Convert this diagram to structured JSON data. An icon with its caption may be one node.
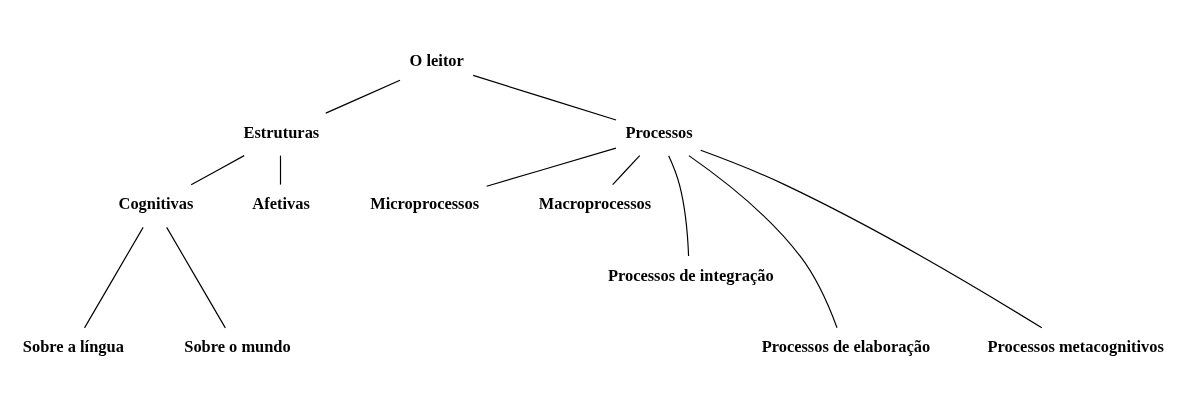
{
  "diagram": {
    "nodes": [
      {
        "text": [
          "O leitor"
        ]
      },
      {
        "text": [
          "Estruturas"
        ]
      },
      {
        "text": [
          "Processos"
        ]
      },
      {
        "text": [
          "Cognitivas"
        ]
      },
      {
        "text": [
          "Afetivas"
        ]
      },
      {
        "text": [
          "Microprocessos"
        ]
      },
      {
        "text": [
          "Macroprocessos"
        ]
      },
      {
        "text": [
          "Processos de integração"
        ]
      },
      {
        "text": [
          "Sobre a língua"
        ]
      },
      {
        "text": [
          "Sobre o mundo"
        ]
      },
      {
        "text": [
          "Processos de elaboração"
        ]
      },
      {
        "text": [
          "Processos metacognitivos"
        ]
      }
    ],
    "edges": [
      {
        "from": 0,
        "to": 1,
        "arrow": "none"
      },
      {
        "from": 0,
        "to": 2,
        "arrow": "none"
      },
      {
        "from": 1,
        "to": 3,
        "arrow": "none"
      },
      {
        "from": 1,
        "to": 4,
        "arrow": "none"
      },
      {
        "from": 2,
        "to": 5,
        "arrow": "none"
      },
      {
        "from": 2,
        "to": 10,
        "arrow": "none"
      },
      {
        "from": 2,
        "to": 7,
        "arrow": "none"
      },
      {
        "from": 2,
        "to": 11,
        "arrow": "none"
      },
      {
        "from": 2,
        "to": 6,
        "arrow": "none"
      },
      {
        "from": 3,
        "to": 8,
        "arrow": "none"
      },
      {
        "from": 3,
        "to": 9,
        "arrow": "none"
      }
    ]
  }
}
